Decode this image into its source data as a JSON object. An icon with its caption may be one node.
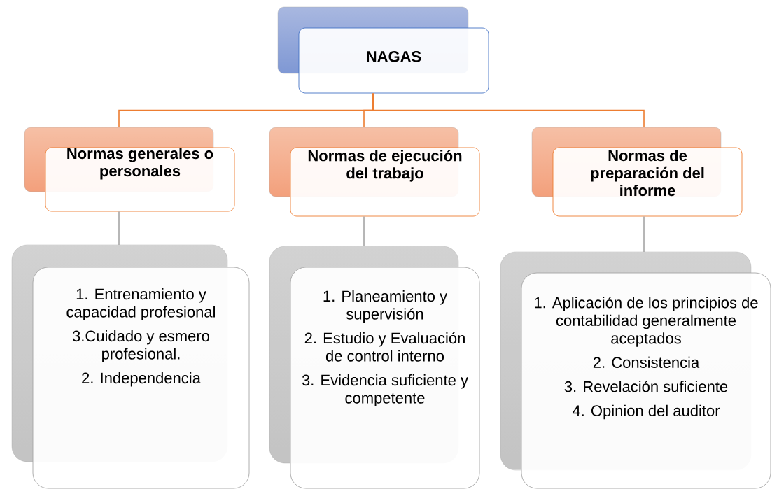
{
  "diagram": {
    "nodes": [
      {
        "text": [
          "NAGAS"
        ]
      },
      {
        "text": [
          "Normas generales o personales"
        ]
      },
      {
        "text": [
          "Normas de ejecución del trabajo"
        ]
      },
      {
        "text": [
          "Normas de preparación del informe"
        ]
      },
      {
        "text": [
          "1. Entrenamiento y capacidad profesional",
          "3.Cuidado y esmero profesional.",
          "2. Independencia"
        ]
      },
      {
        "text": [
          "1. Planeamiento y supervisión",
          "2. Estudio y Evaluación de control interno",
          "3. Evidencia suficiente y competente"
        ]
      },
      {
        "text": [
          "1. Aplicación de los principios de contabilidad generalmente aceptados",
          "2. Consistencia",
          "3. Revelación suficiente",
          "4. Opinion del auditor"
        ]
      }
    ],
    "edges": [
      {
        "from": 0,
        "to": 1,
        "arrow": "none",
        "color": "#ed7d31"
      },
      {
        "from": 0,
        "to": 2,
        "arrow": "none",
        "color": "#ed7d31"
      },
      {
        "from": 0,
        "to": 3,
        "arrow": "none",
        "color": "#ed7d31"
      },
      {
        "from": 1,
        "to": 4,
        "arrow": "none",
        "color": "#a5a5a5"
      },
      {
        "from": 2,
        "to": 5,
        "arrow": "none",
        "color": "#a5a5a5"
      },
      {
        "from": 3,
        "to": 6,
        "arrow": "none",
        "color": "#a5a5a5"
      }
    ]
  }
}
